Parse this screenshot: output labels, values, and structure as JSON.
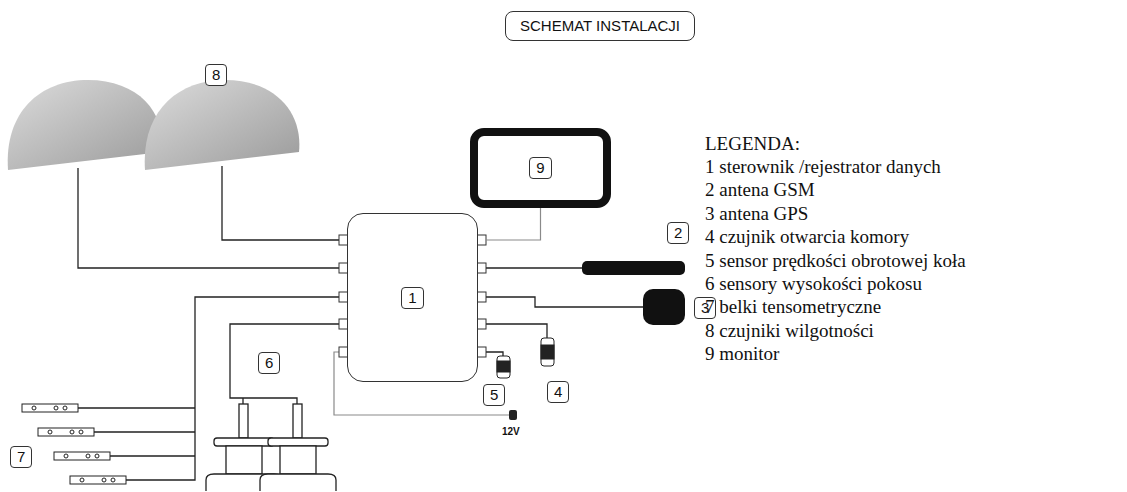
{
  "diagram": {
    "title": "SCHEMAT INSTALACJI",
    "nodes": [
      {
        "text": [
          "9"
        ]
      },
      {
        "text": [
          "1"
        ]
      }
    ],
    "edges": [
      {
        "from": 1,
        "to": 0,
        "arrow": "none"
      }
    ],
    "labels": [
      "8",
      "2",
      "3",
      "5",
      "4",
      "6",
      "7",
      "12V",
      "LEGENDA:"
    ],
    "legend": [
      {
        "text": "1 sterownik /rejestrator danych"
      },
      {
        "text": "2 antena GSM"
      },
      {
        "text": "3 antena GPS"
      },
      {
        "text": "4 czujnik otwarcia komory"
      },
      {
        "text": "5 sensor prędkości obrotowej koła"
      },
      {
        "text": "6 sensory wysokości pokosu"
      },
      {
        "text": "7 belki tensometryczne"
      },
      {
        "text": "8 czujniki wilgotności"
      },
      {
        "text": "9 monitor"
      }
    ]
  }
}
